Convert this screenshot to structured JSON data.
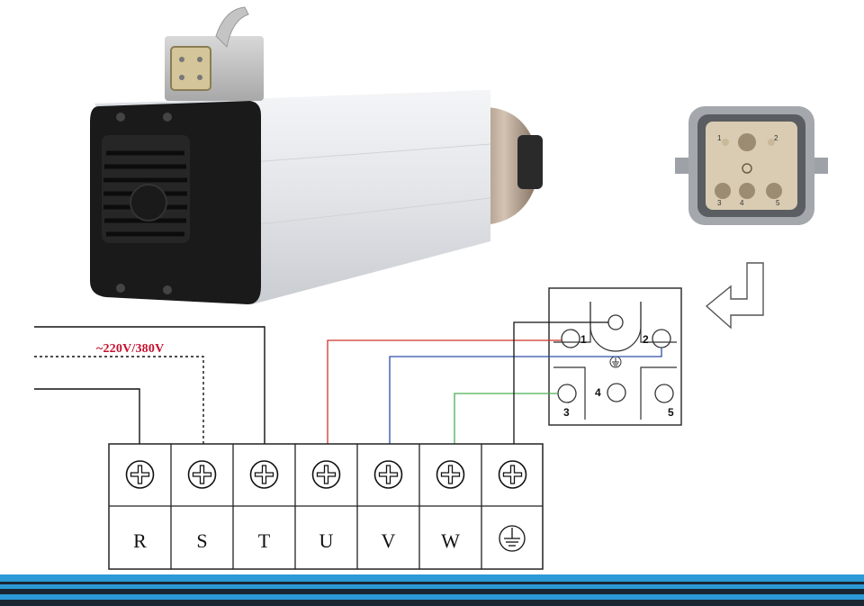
{
  "supply": {
    "label": "~220V/380V"
  },
  "terminals": [
    {
      "id": "R",
      "label": "R"
    },
    {
      "id": "S",
      "label": "S"
    },
    {
      "id": "T",
      "label": "T"
    },
    {
      "id": "U",
      "label": "U"
    },
    {
      "id": "V",
      "label": "V"
    },
    {
      "id": "W",
      "label": "W"
    },
    {
      "id": "PE",
      "label": "",
      "icon": "ground-symbol-icon"
    }
  ],
  "connector_pins": {
    "p1": "1",
    "p2": "2",
    "p3": "3",
    "p4": "4",
    "p5": "5"
  },
  "photo_connector_pins": {
    "p1": "1",
    "p2": "2",
    "p3": "3",
    "p4": "4",
    "p5": "5"
  },
  "colors": {
    "U_wire": "#d0342c",
    "V_wire": "#2c4fa8",
    "W_wire": "#4caf50",
    "stripe_blue": "#2b9ad6",
    "stripe_dark": "#1b2633"
  }
}
